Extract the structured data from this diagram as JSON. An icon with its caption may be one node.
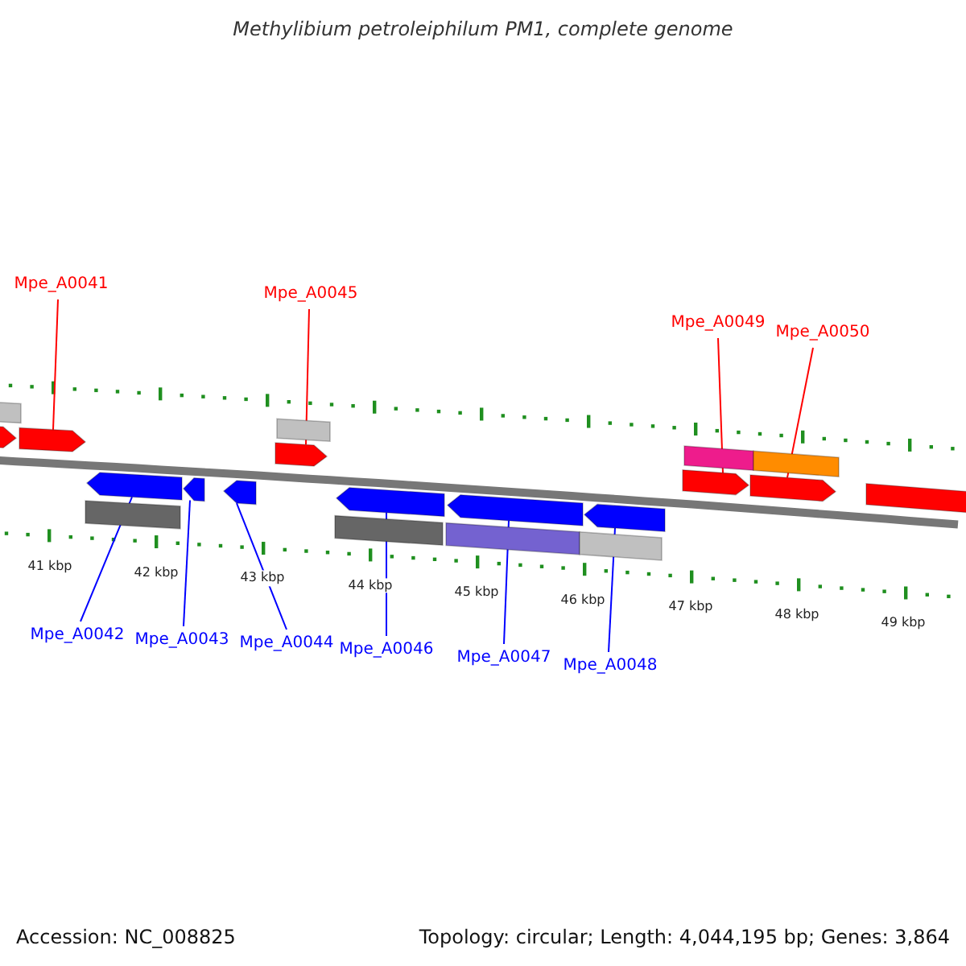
{
  "diagram": {
    "title": "Methylibium petroleiphilum PM1, complete genome",
    "nodes": [
      {
        "text": [
          "Mpe_A0041"
        ]
      },
      {
        "text": [
          "Mpe_A0045"
        ]
      },
      {
        "text": [
          "Mpe_A0049"
        ]
      },
      {
        "text": [
          "Mpe_A0050"
        ]
      },
      {
        "text": [
          "Mpe_A0042"
        ]
      },
      {
        "text": [
          "Mpe_A0043"
        ]
      },
      {
        "text": [
          "Mpe_A0044"
        ]
      },
      {
        "text": [
          "Mpe_A0046"
        ]
      },
      {
        "text": [
          "Mpe_A0047"
        ]
      },
      {
        "text": [
          "Mpe_A0048"
        ]
      },
      {
        "text": [],
        "shape": "arrow"
      },
      {
        "text": [],
        "shape": "arrow"
      },
      {
        "text": [],
        "shape": "arrow"
      },
      {
        "text": [],
        "shape": "arrow"
      },
      {
        "text": [],
        "shape": "arrow"
      },
      {
        "text": [],
        "shape": "arrow"
      },
      {
        "text": [],
        "shape": "arrow"
      },
      {
        "text": [],
        "shape": "arrow"
      },
      {
        "text": [],
        "shape": "arrow"
      },
      {
        "text": [],
        "shape": "arrow"
      },
      {
        "text": [],
        "shape": "arrow"
      },
      {
        "text": [],
        "shape": "bar"
      },
      {
        "text": [],
        "shape": "bar"
      },
      {
        "text": [],
        "shape": "bar"
      },
      {
        "text": [],
        "shape": "bar"
      },
      {
        "text": [],
        "shape": "bar"
      },
      {
        "text": [],
        "shape": "bar"
      },
      {
        "text": [],
        "shape": "bar"
      },
      {
        "text": [],
        "shape": "bar"
      },
      {
        "text": [],
        "shape": "bar"
      }
    ],
    "edges": [
      {
        "from": 0,
        "to": 10,
        "arrow": "none",
        "color": "#ff0000"
      },
      {
        "from": 1,
        "to": 14,
        "arrow": "none",
        "color": "#ff0000"
      },
      {
        "from": 2,
        "to": 18,
        "arrow": "none",
        "color": "#ff0000"
      },
      {
        "from": 3,
        "to": 19,
        "arrow": "none",
        "color": "#ff0000"
      },
      {
        "from": 4,
        "to": 11,
        "arrow": "none"
      },
      {
        "from": 5,
        "to": 12,
        "arrow": "none"
      },
      {
        "from": 6,
        "to": 13,
        "arrow": "none"
      },
      {
        "from": 7,
        "to": 15,
        "arrow": "none"
      },
      {
        "from": 8,
        "to": 16,
        "arrow": "none"
      },
      {
        "from": 9,
        "to": 17,
        "arrow": "none"
      }
    ],
    "labels": [
      "41 kbp",
      "42 kbp",
      "43 kbp",
      "44 kbp",
      "45 kbp",
      "46 kbp",
      "47 kbp",
      "48 kbp",
      "49 kbp",
      "Accession: NC_008825",
      "Topology: circular; Length: 4,044,195 bp; Genes: 3,864"
    ]
  }
}
